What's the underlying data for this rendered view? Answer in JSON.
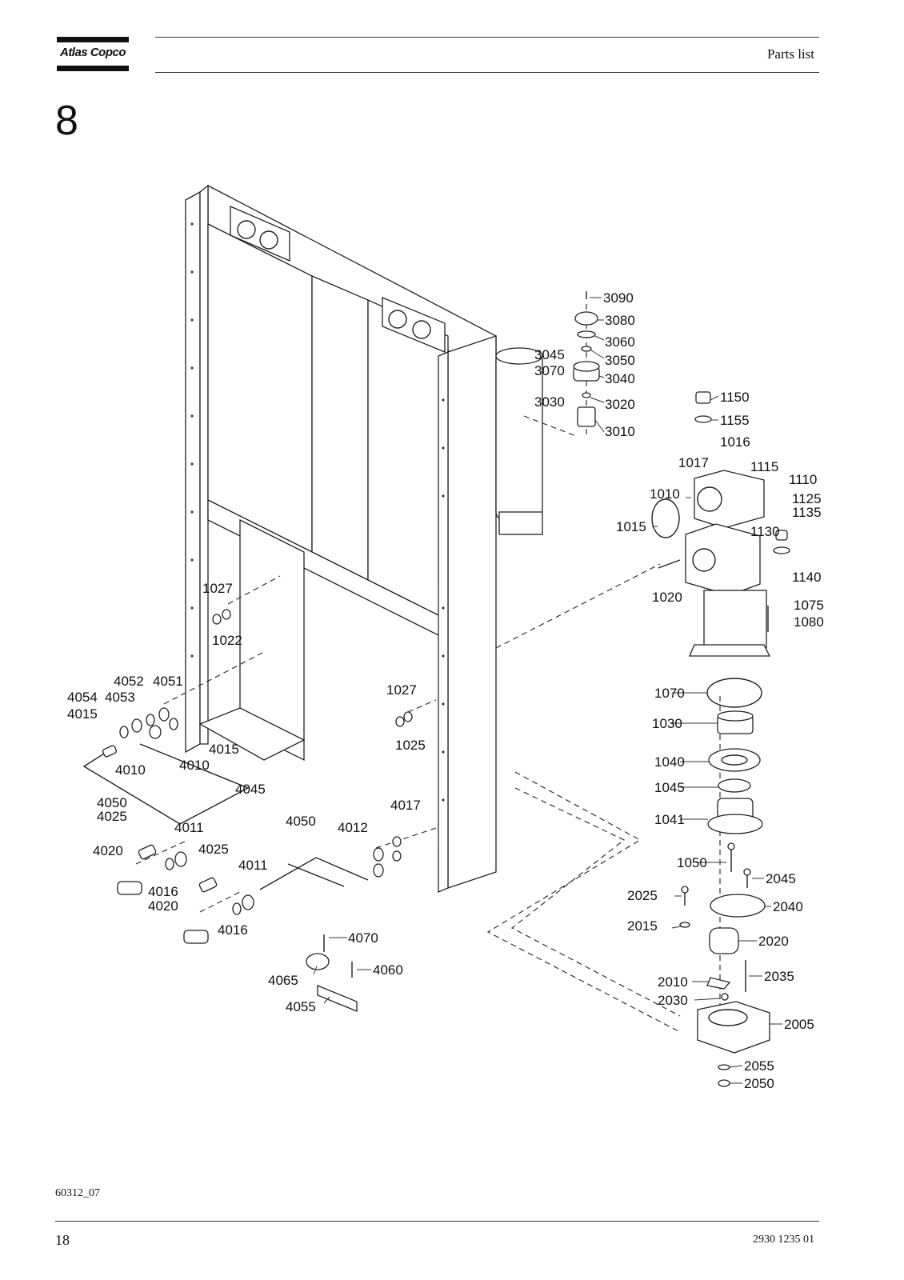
{
  "header": {
    "brand": "Atlas Copco",
    "title": "Parts list"
  },
  "section_number": "8",
  "footer": {
    "figure_code": "60312_07",
    "page_number": "18",
    "doc_number": "2930 1235 01"
  },
  "callouts": [
    "3090",
    "3080",
    "3060",
    "3045",
    "3050",
    "3070",
    "3040",
    "3030",
    "3020",
    "3010",
    "1150",
    "1155",
    "1016",
    "1017",
    "1115",
    "1110",
    "1010",
    "1125",
    "1135",
    "1015",
    "1130",
    "1140",
    "1020",
    "1075",
    "1080",
    "1027",
    "1022",
    "4052",
    "4051",
    "4054",
    "4053",
    "4015",
    "4010",
    "4045",
    "1027",
    "1025",
    "4050",
    "4025",
    "4011",
    "4020",
    "4016",
    "4025",
    "4017",
    "4012",
    "4050",
    "4011",
    "4016",
    "4020",
    "1070",
    "1030",
    "1040",
    "1045",
    "1041",
    "1050",
    "2045",
    "2025",
    "2040",
    "2015",
    "2020",
    "2010",
    "2035",
    "2030",
    "2005",
    "2055",
    "2050",
    "4070",
    "4065",
    "4060",
    "4055",
    "4015",
    "4010"
  ]
}
